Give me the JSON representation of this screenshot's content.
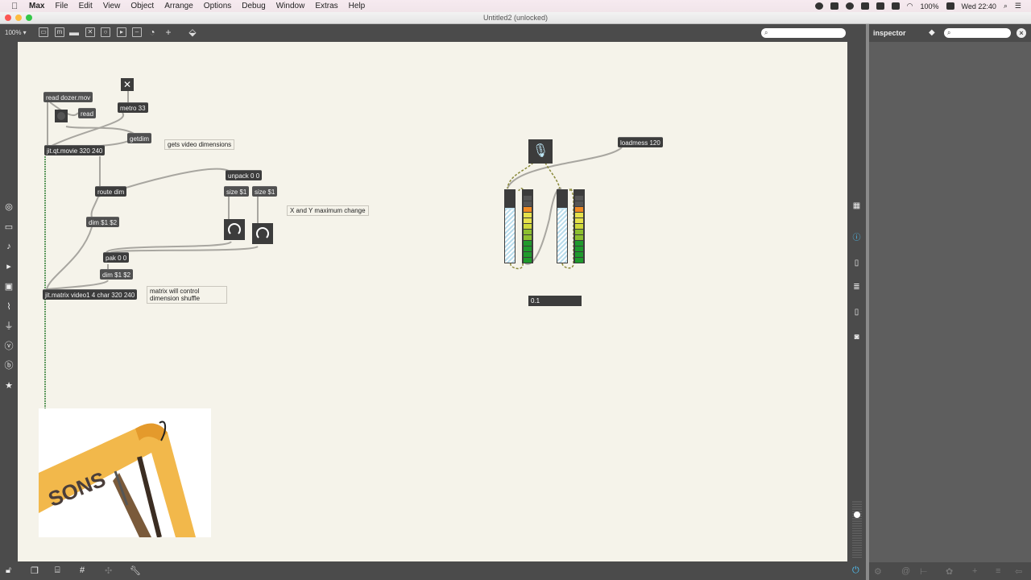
{
  "menubar": {
    "app": "Max",
    "items": [
      "File",
      "Edit",
      "View",
      "Object",
      "Arrange",
      "Options",
      "Debug",
      "Window",
      "Extras",
      "Help"
    ],
    "battery": "100%",
    "clock": "Wed 22:40"
  },
  "window": {
    "title": "Untitled2 (unlocked)"
  },
  "toolbar": {
    "zoom": "100% ▾",
    "search_placeholder": ""
  },
  "inspector": {
    "label": "inspector",
    "search_placeholder": ""
  },
  "patch": {
    "objects": {
      "read_dozer": "read dozer.mov",
      "read": "read",
      "metro": "metro 33",
      "getdim": "getdim",
      "qtmovie": "jit.qt.movie 320 240",
      "route": "route dim",
      "dim1": "dim $1 $2",
      "unpack": "unpack 0 0",
      "size1": "size $1",
      "size2": "size $1",
      "pak": "pak 0 0",
      "dim2": "dim $1 $2",
      "matrix": "jit.matrix video1 4 char 320 240",
      "loadmess": "loadmess 120"
    },
    "comments": {
      "gets_dims": "gets video dimensions",
      "xy_max": "X and Y maximum change",
      "matrix_line1": "matrix will control",
      "matrix_line2": "dimension shuffle"
    },
    "toggle_glyph": "✕",
    "number_box": "0.1",
    "video_text": "SONS"
  },
  "colors": {
    "canvas": "#f5f3ea",
    "object_bg": "#3c3c3c",
    "chrome": "#4b4b4b",
    "inspector_bg": "#5e5e5e",
    "accent": "#4fc3f7",
    "meter_green": "#1f9a2c",
    "meter_yellow": "#e6e14a",
    "meter_orange": "#f08a23"
  }
}
